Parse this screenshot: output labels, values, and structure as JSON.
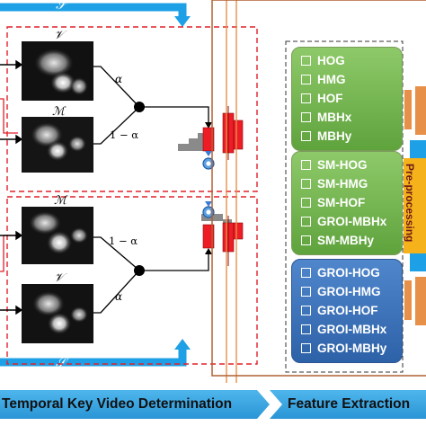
{
  "symbols": {
    "s_top": "𝒮",
    "s_bottom": "𝒮",
    "v_top": "𝒱",
    "m_top": "ℳ",
    "m_bottom": "ℳ",
    "v_bottom": "𝒱",
    "alpha": "α",
    "one_minus_alpha": "1 − α"
  },
  "feature_groups": {
    "basic": [
      "HOG",
      "HMG",
      "HOF",
      "MBHx",
      "MBHy"
    ],
    "sm": [
      "SM-HOG",
      "SM-HMG",
      "SM-HOF",
      "GROI-MBHx",
      "SM-MBHy"
    ],
    "groi": [
      "GROI-HOG",
      "GROI-HMG",
      "GROI-HOF",
      "GROI-MBHx",
      "GROI-MBHy"
    ]
  },
  "sections": {
    "temporal": "Temporal Key Video Determination",
    "feature": "Feature Extraction",
    "preprocessing": "Pre-processing"
  },
  "colors": {
    "red_dashed": "#e0202a",
    "blue_arrow": "#1ea0e6",
    "green_panel": "#7cbd57",
    "blue_panel": "#3f74bd",
    "orange": "#e6904a",
    "bar_red": "#ee1c25",
    "bar_gray": "#8a8a8a"
  },
  "icons": [
    "medal-icon",
    "checkbox-icon"
  ]
}
